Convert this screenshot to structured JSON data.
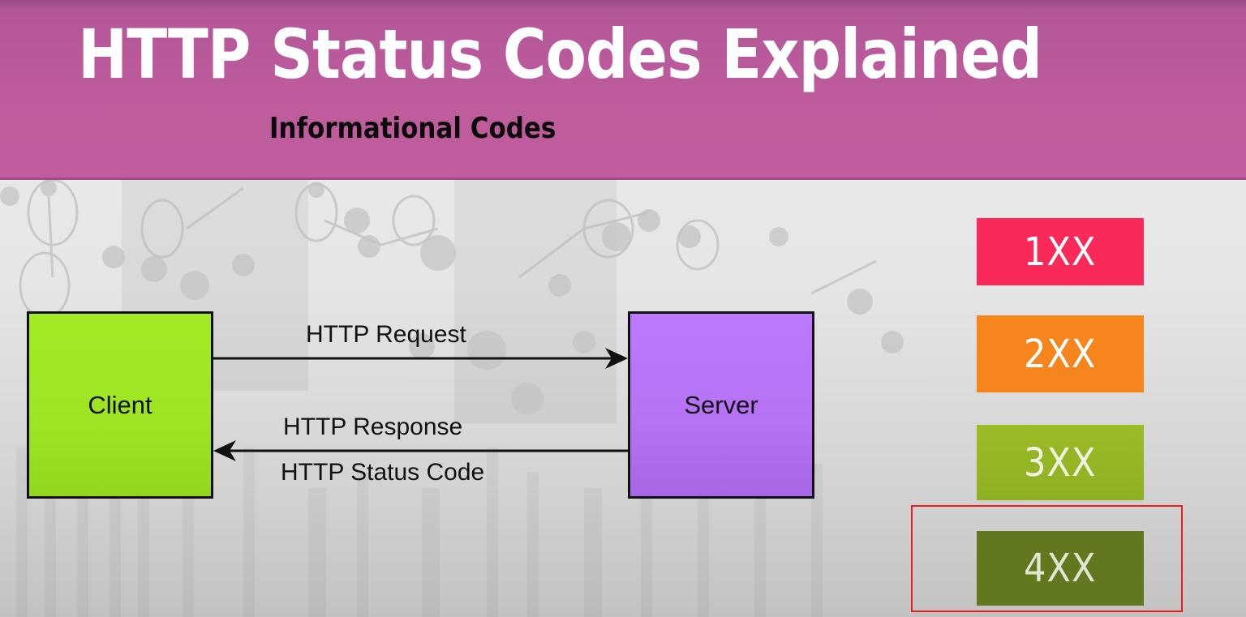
{
  "header": {
    "title": "HTTP Status Codes Explained",
    "subtitle": "Informational Codes",
    "background_color": "#bd5b9c"
  },
  "diagram": {
    "nodes": {
      "client": {
        "label": "Client",
        "color": "#a0e824"
      },
      "server": {
        "label": "Server",
        "color": "#bb77ff"
      }
    },
    "edges": [
      {
        "from": "client",
        "to": "server",
        "label": "HTTP Request"
      },
      {
        "from": "server",
        "to": "client",
        "label": "HTTP Response",
        "sublabel": "HTTP Status Code"
      }
    ]
  },
  "status_codes": [
    {
      "label": "1XX",
      "color": "#f92a5a"
    },
    {
      "label": "2XX",
      "color": "#f7851e"
    },
    {
      "label": "3XX",
      "color": "#95b625"
    },
    {
      "label": "4XX",
      "color": "#62781f",
      "highlighted": true
    }
  ],
  "highlight": {
    "color": "#ef1c1c",
    "target": "4XX"
  }
}
